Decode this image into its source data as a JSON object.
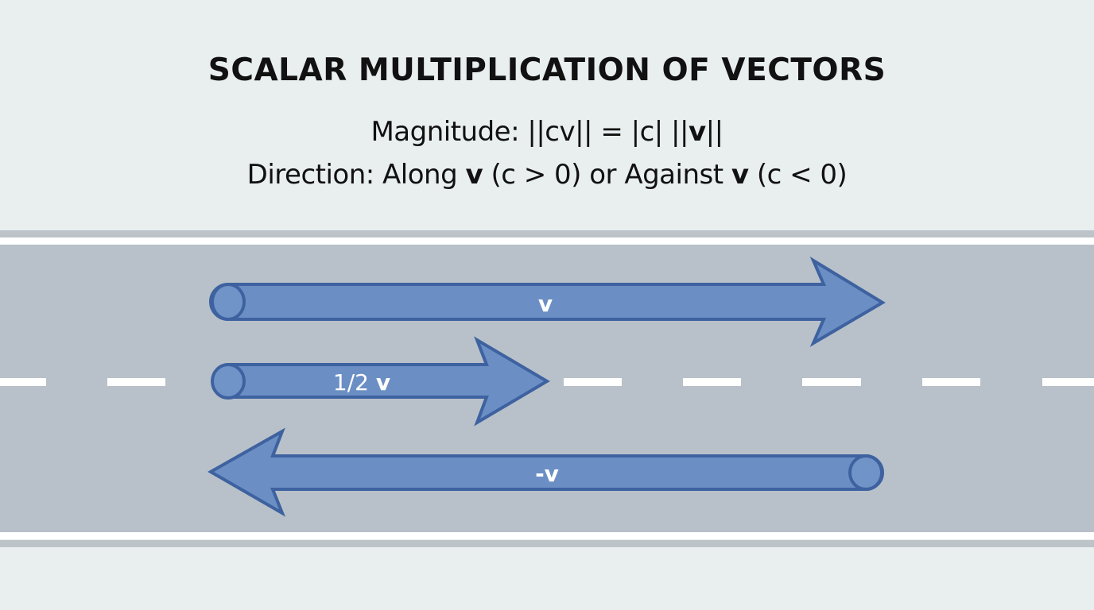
{
  "title": "SCALAR MULTIPLICATION OF VECTORS",
  "magnitude": {
    "label": "Magnitude:",
    "formula_pre": "||cv|| = |c| ||",
    "bold_v": "v",
    "formula_post": "||"
  },
  "direction": {
    "label": "Direction: Along",
    "bold_v1": "v",
    "mid": "(c > 0) or Against",
    "bold_v2": "v",
    "end": "(c < 0)"
  },
  "arrows": [
    {
      "name": "v",
      "label_regular": "",
      "label_bold": "v",
      "direction": "right"
    },
    {
      "name": "half-v",
      "label_regular": "1/2 ",
      "label_bold": "v",
      "direction": "right"
    },
    {
      "name": "neg-v",
      "label_regular": "",
      "label_bold": "-v",
      "direction": "left"
    }
  ],
  "colors": {
    "background": "#e9eeef",
    "road": "#b8c1c9",
    "arrow_fill": "#6b8fc4",
    "arrow_stroke": "#3e62a0",
    "lane_marking": "#ffffff"
  }
}
